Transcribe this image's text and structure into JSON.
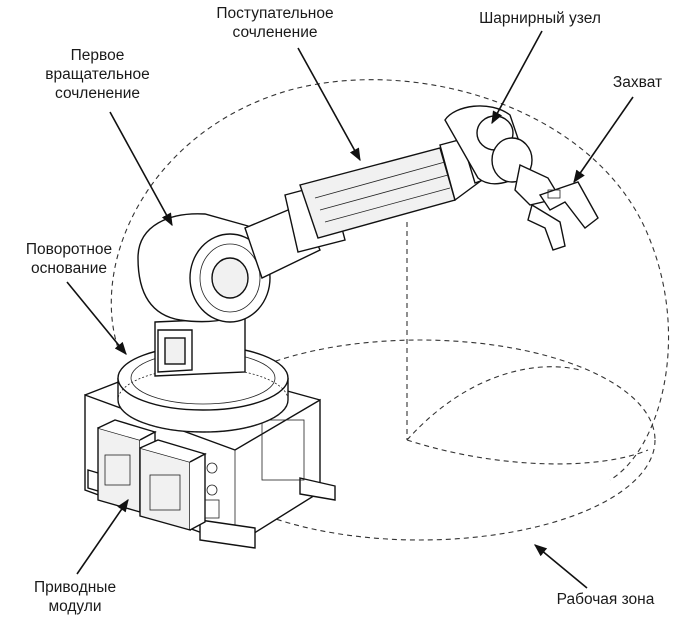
{
  "labels": {
    "prismatic_joint": [
      "Поступательное",
      "сочленение"
    ],
    "first_rotary_joint": [
      "Первое",
      "вращательное",
      "сочленение"
    ],
    "wrist_joint": [
      "Шарнирный узел"
    ],
    "gripper": [
      "Захват"
    ],
    "rotary_base": [
      "Поворотное",
      "основание"
    ],
    "drive_modules": [
      "Приводные",
      "модули"
    ],
    "work_zone": [
      "Рабочая зона"
    ]
  }
}
